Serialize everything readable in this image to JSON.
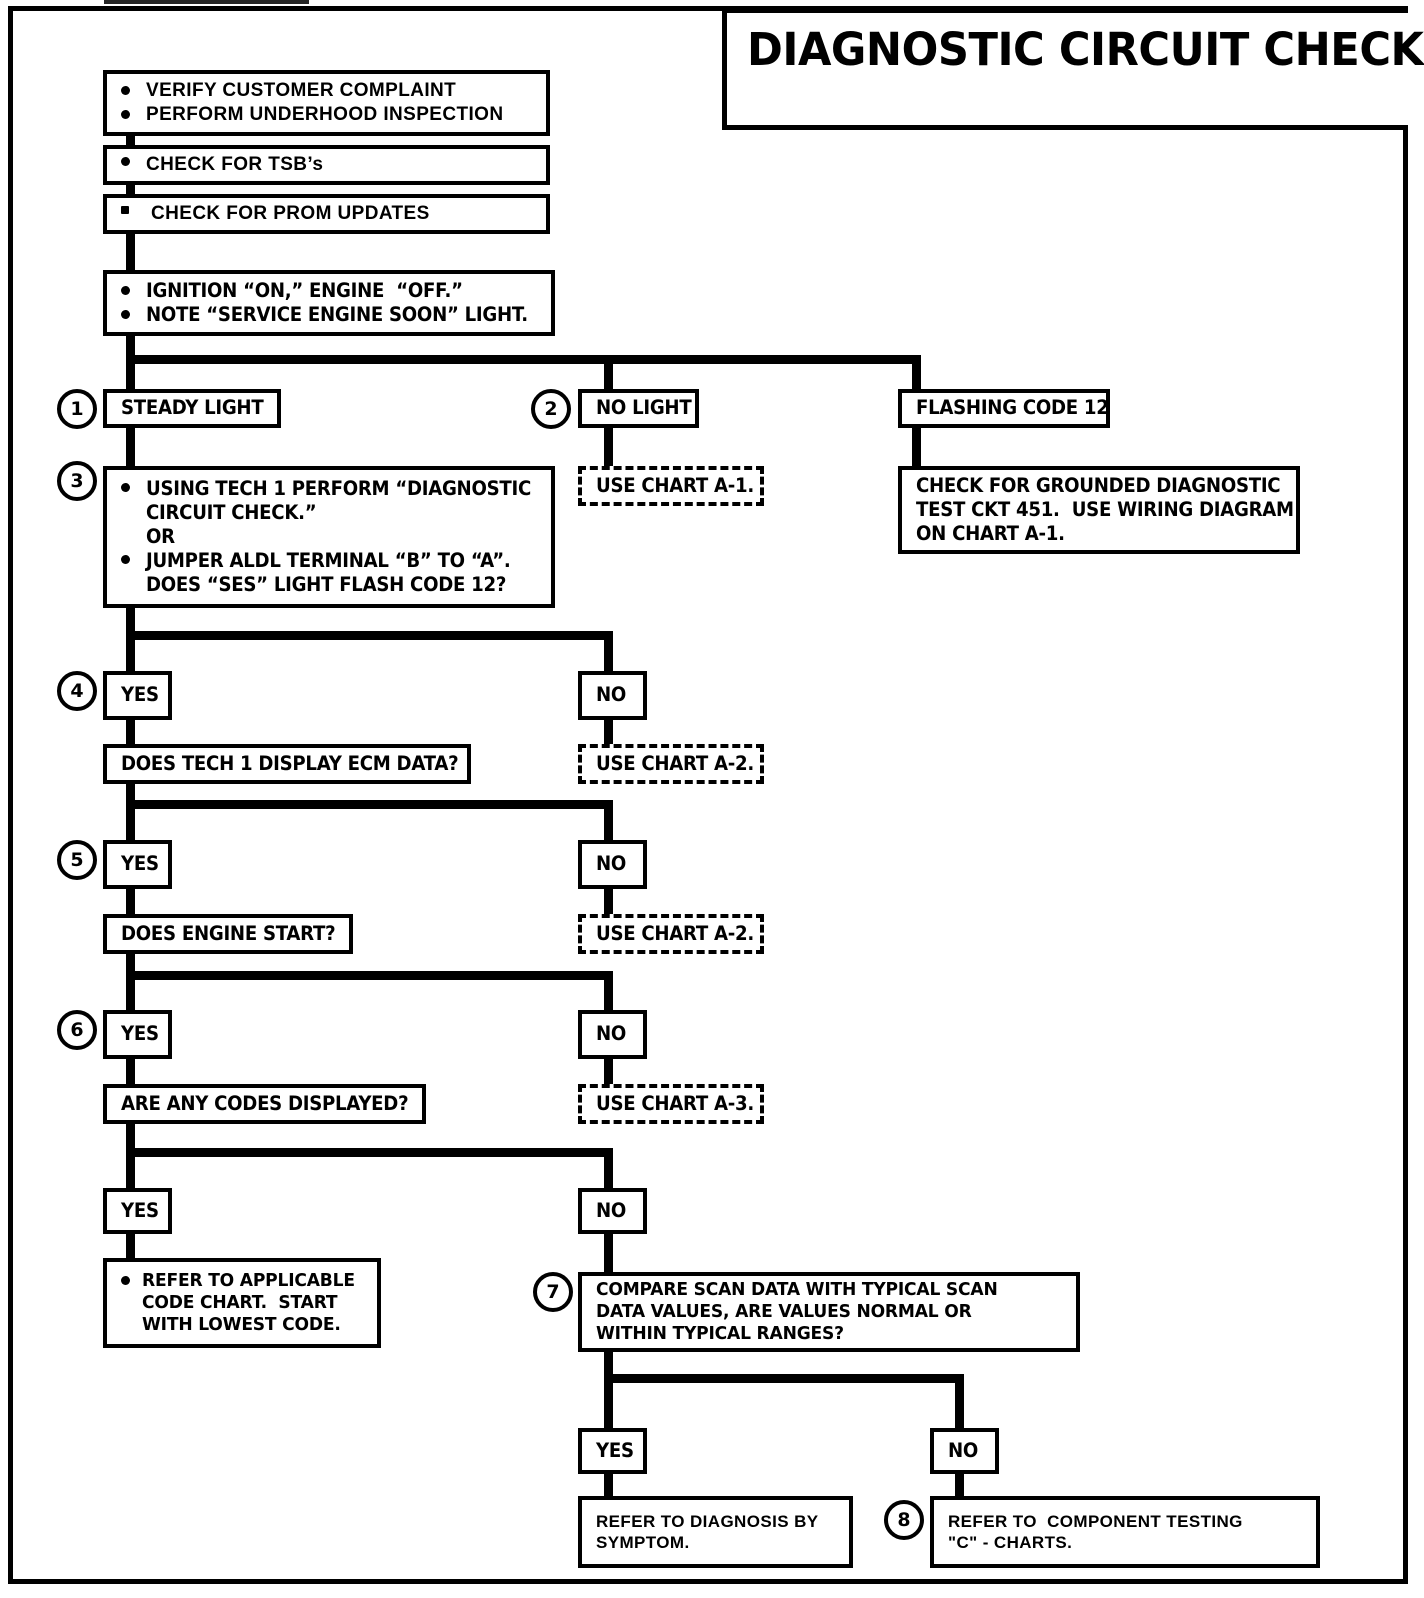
{
  "page": {
    "title": "DIAGNOSTIC CIRCUIT CHECK",
    "ink_color": "#000000",
    "paper_color": "#ffffff"
  },
  "steps": {
    "s1": "1",
    "s2": "2",
    "s3": "3",
    "s4": "4",
    "s5": "5",
    "s6": "6",
    "s7": "7",
    "s8": "8"
  },
  "nodes": {
    "verify": {
      "line1": "VERIFY CUSTOMER COMPLAINT",
      "line2": "PERFORM UNDERHOOD INSPECTION"
    },
    "tsb": {
      "line1": "CHECK FOR TSB’s"
    },
    "prom": {
      "line1": "CHECK FOR PROM UPDATES"
    },
    "ignition": {
      "line1": "IGNITION “ON,” ENGINE  “OFF.”",
      "line2": "NOTE “SERVICE ENGINE SOON” LIGHT."
    },
    "steady_light": {
      "label": "STEADY LIGHT"
    },
    "no_light": {
      "label": "NO LIGHT"
    },
    "flashing_code_12": {
      "label": "FLASHING CODE 12"
    },
    "use_chart_a1": {
      "label": "USE CHART A-1."
    },
    "grounded_ckt": {
      "line1": "CHECK FOR GROUNDED DIAGNOSTIC",
      "line2": "TEST CKT 451.  USE WIRING DIAGRAM",
      "line3": "ON CHART A-1."
    },
    "tech1_perform": {
      "line1": "USING TECH 1 PERFORM “DIAGNOSTIC",
      "line2": "CIRCUIT CHECK.”",
      "line3": "OR",
      "line4": "JUMPER ALDL TERMINAL “B” TO “A”.",
      "line5": "DOES “SES” LIGHT FLASH CODE 12?"
    },
    "yes1": {
      "label": "YES"
    },
    "no1": {
      "label": "NO"
    },
    "ecm_data": {
      "label": "DOES TECH 1 DISPLAY ECM DATA?"
    },
    "use_chart_a2_a": {
      "label": "USE CHART A-2."
    },
    "yes2": {
      "label": "YES"
    },
    "no2": {
      "label": "NO"
    },
    "engine_start": {
      "label": "DOES ENGINE START?"
    },
    "use_chart_a2_b": {
      "label": "USE CHART A-2."
    },
    "yes3": {
      "label": "YES"
    },
    "no3": {
      "label": "NO"
    },
    "codes_displayed": {
      "label": "ARE ANY CODES DISPLAYED?"
    },
    "use_chart_a3": {
      "label": "USE CHART A-3."
    },
    "yes4": {
      "label": "YES"
    },
    "no4": {
      "label": "NO"
    },
    "refer_code_chart": {
      "line1": "REFER TO APPLICABLE",
      "line2": "CODE CHART.  START",
      "line3": "WITH LOWEST CODE."
    },
    "compare_scan": {
      "line1": "COMPARE SCAN DATA WITH TYPICAL SCAN",
      "line2": "DATA VALUES, ARE VALUES NORMAL OR",
      "line3": "WITHIN TYPICAL RANGES?"
    },
    "yes5": {
      "label": "YES"
    },
    "no5": {
      "label": "NO"
    },
    "refer_symptom": {
      "line1": "REFER TO DIAGNOSIS BY",
      "line2": "SYMPTOM."
    },
    "refer_component": {
      "line1": "REFER TO  COMPONENT TESTING",
      "line2": "\"C\" - CHARTS."
    }
  }
}
